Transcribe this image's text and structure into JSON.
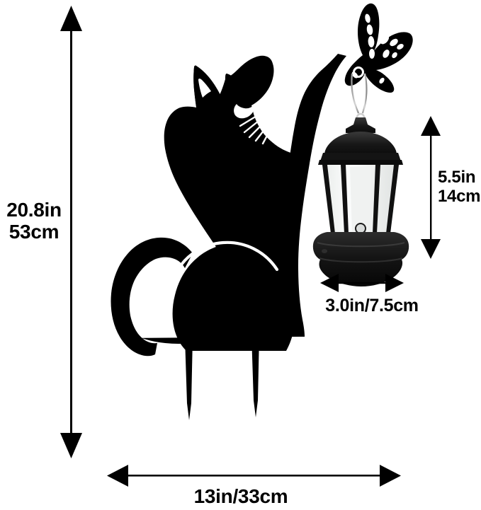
{
  "diagram": {
    "type": "product-dimension-diagram",
    "product": "cat-silhouette-garden-stake-with-solar-lantern",
    "background_color": "#ffffff",
    "ink_color": "#000000"
  },
  "dimensions": {
    "overall_height": {
      "name": "overall-height",
      "inches": "20.8in",
      "centimeters": "53cm",
      "orientation": "vertical",
      "position": "left"
    },
    "lantern_height": {
      "name": "lantern-height",
      "inches": "5.5in",
      "centimeters": "14cm",
      "orientation": "vertical",
      "position": "right"
    },
    "lantern_width": {
      "name": "lantern-width",
      "combined": "3.0in/7.5cm",
      "orientation": "horizontal",
      "position": "below-lantern"
    },
    "overall_width": {
      "name": "overall-width",
      "combined": "13in/33cm",
      "orientation": "horizontal",
      "position": "bottom"
    }
  },
  "artwork": {
    "cat": {
      "name": "cat-silhouette",
      "color": "#000000",
      "features": [
        "head",
        "ears",
        "eye",
        "nose",
        "whiskers",
        "raised-paw",
        "curled-tail",
        "haunch",
        "ground-stakes"
      ]
    },
    "butterfly": {
      "name": "butterfly-silhouette",
      "color": "#000000"
    },
    "lantern": {
      "name": "solar-lantern",
      "body_color": "#1a1a1a",
      "glass_color": "#f2f4f3",
      "frame_color": "#111111"
    },
    "hanger": {
      "name": "lantern-hanger-wire",
      "color": "#6e6e6e"
    }
  }
}
